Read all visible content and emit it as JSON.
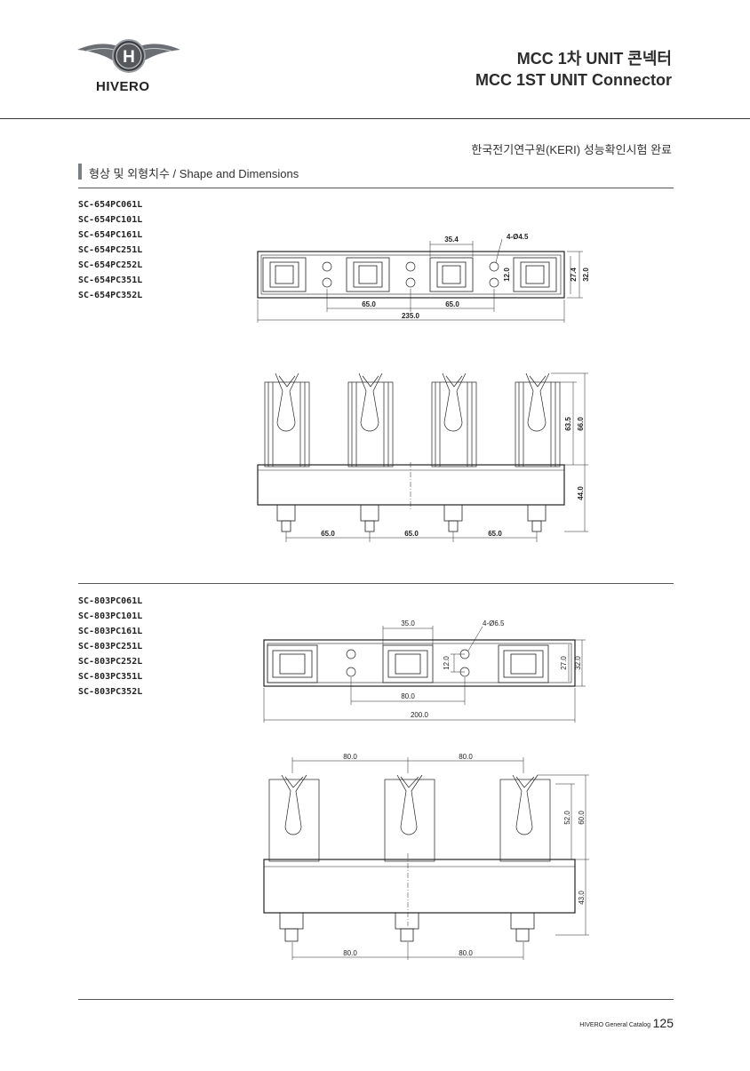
{
  "brand": {
    "name": "HIVERO",
    "emblem_letter": "H"
  },
  "header": {
    "title_ko": "MCC 1차 UNIT 콘넥터",
    "title_en": "MCC 1ST UNIT Connector"
  },
  "certification": "한국전기연구원(KERI) 성능확인시험 완료",
  "section": {
    "title": "형상 및 외형치수 / Shape and Dimensions"
  },
  "group1": {
    "models": [
      "SC-654PC061L",
      "SC-654PC101L",
      "SC-654PC161L",
      "SC-654PC251L",
      "SC-654PC252L",
      "SC-654PC351L",
      "SC-654PC352L"
    ],
    "top_view_dims": {
      "pitch_top": "35.4",
      "holes": "4-Ø4.5",
      "hole_gap": "12.0",
      "inner_h": "27.4",
      "outer_h": "32.0",
      "pitch1": "65.0",
      "pitch2": "65.0",
      "total_w": "235.0"
    },
    "side_view_dims": {
      "clip_h1": "63.5",
      "clip_h2": "66.0",
      "base_h": "44.0",
      "pitch1": "65.0",
      "pitch2": "65.0",
      "pitch3": "65.0"
    }
  },
  "group2": {
    "models": [
      "SC-803PC061L",
      "SC-803PC101L",
      "SC-803PC161L",
      "SC-803PC251L",
      "SC-803PC252L",
      "SC-803PC351L",
      "SC-803PC352L"
    ],
    "top_view_dims": {
      "pitch_top": "35.0",
      "holes": "4-Ø6.5",
      "hole_gap": "12.0",
      "inner_h": "27.0",
      "outer_h": "32.0",
      "pitch": "80.0",
      "total_w": "200.0"
    },
    "side_view_dims": {
      "pitch_top1": "80.0",
      "pitch_top2": "80.0",
      "clip_h1": "52.0",
      "clip_h2": "60.0",
      "base_h": "43.0",
      "pitch_bot1": "80.0",
      "pitch_bot2": "80.0"
    }
  },
  "footer": {
    "catalog": "HIVERO General Catalog",
    "page": "125"
  }
}
